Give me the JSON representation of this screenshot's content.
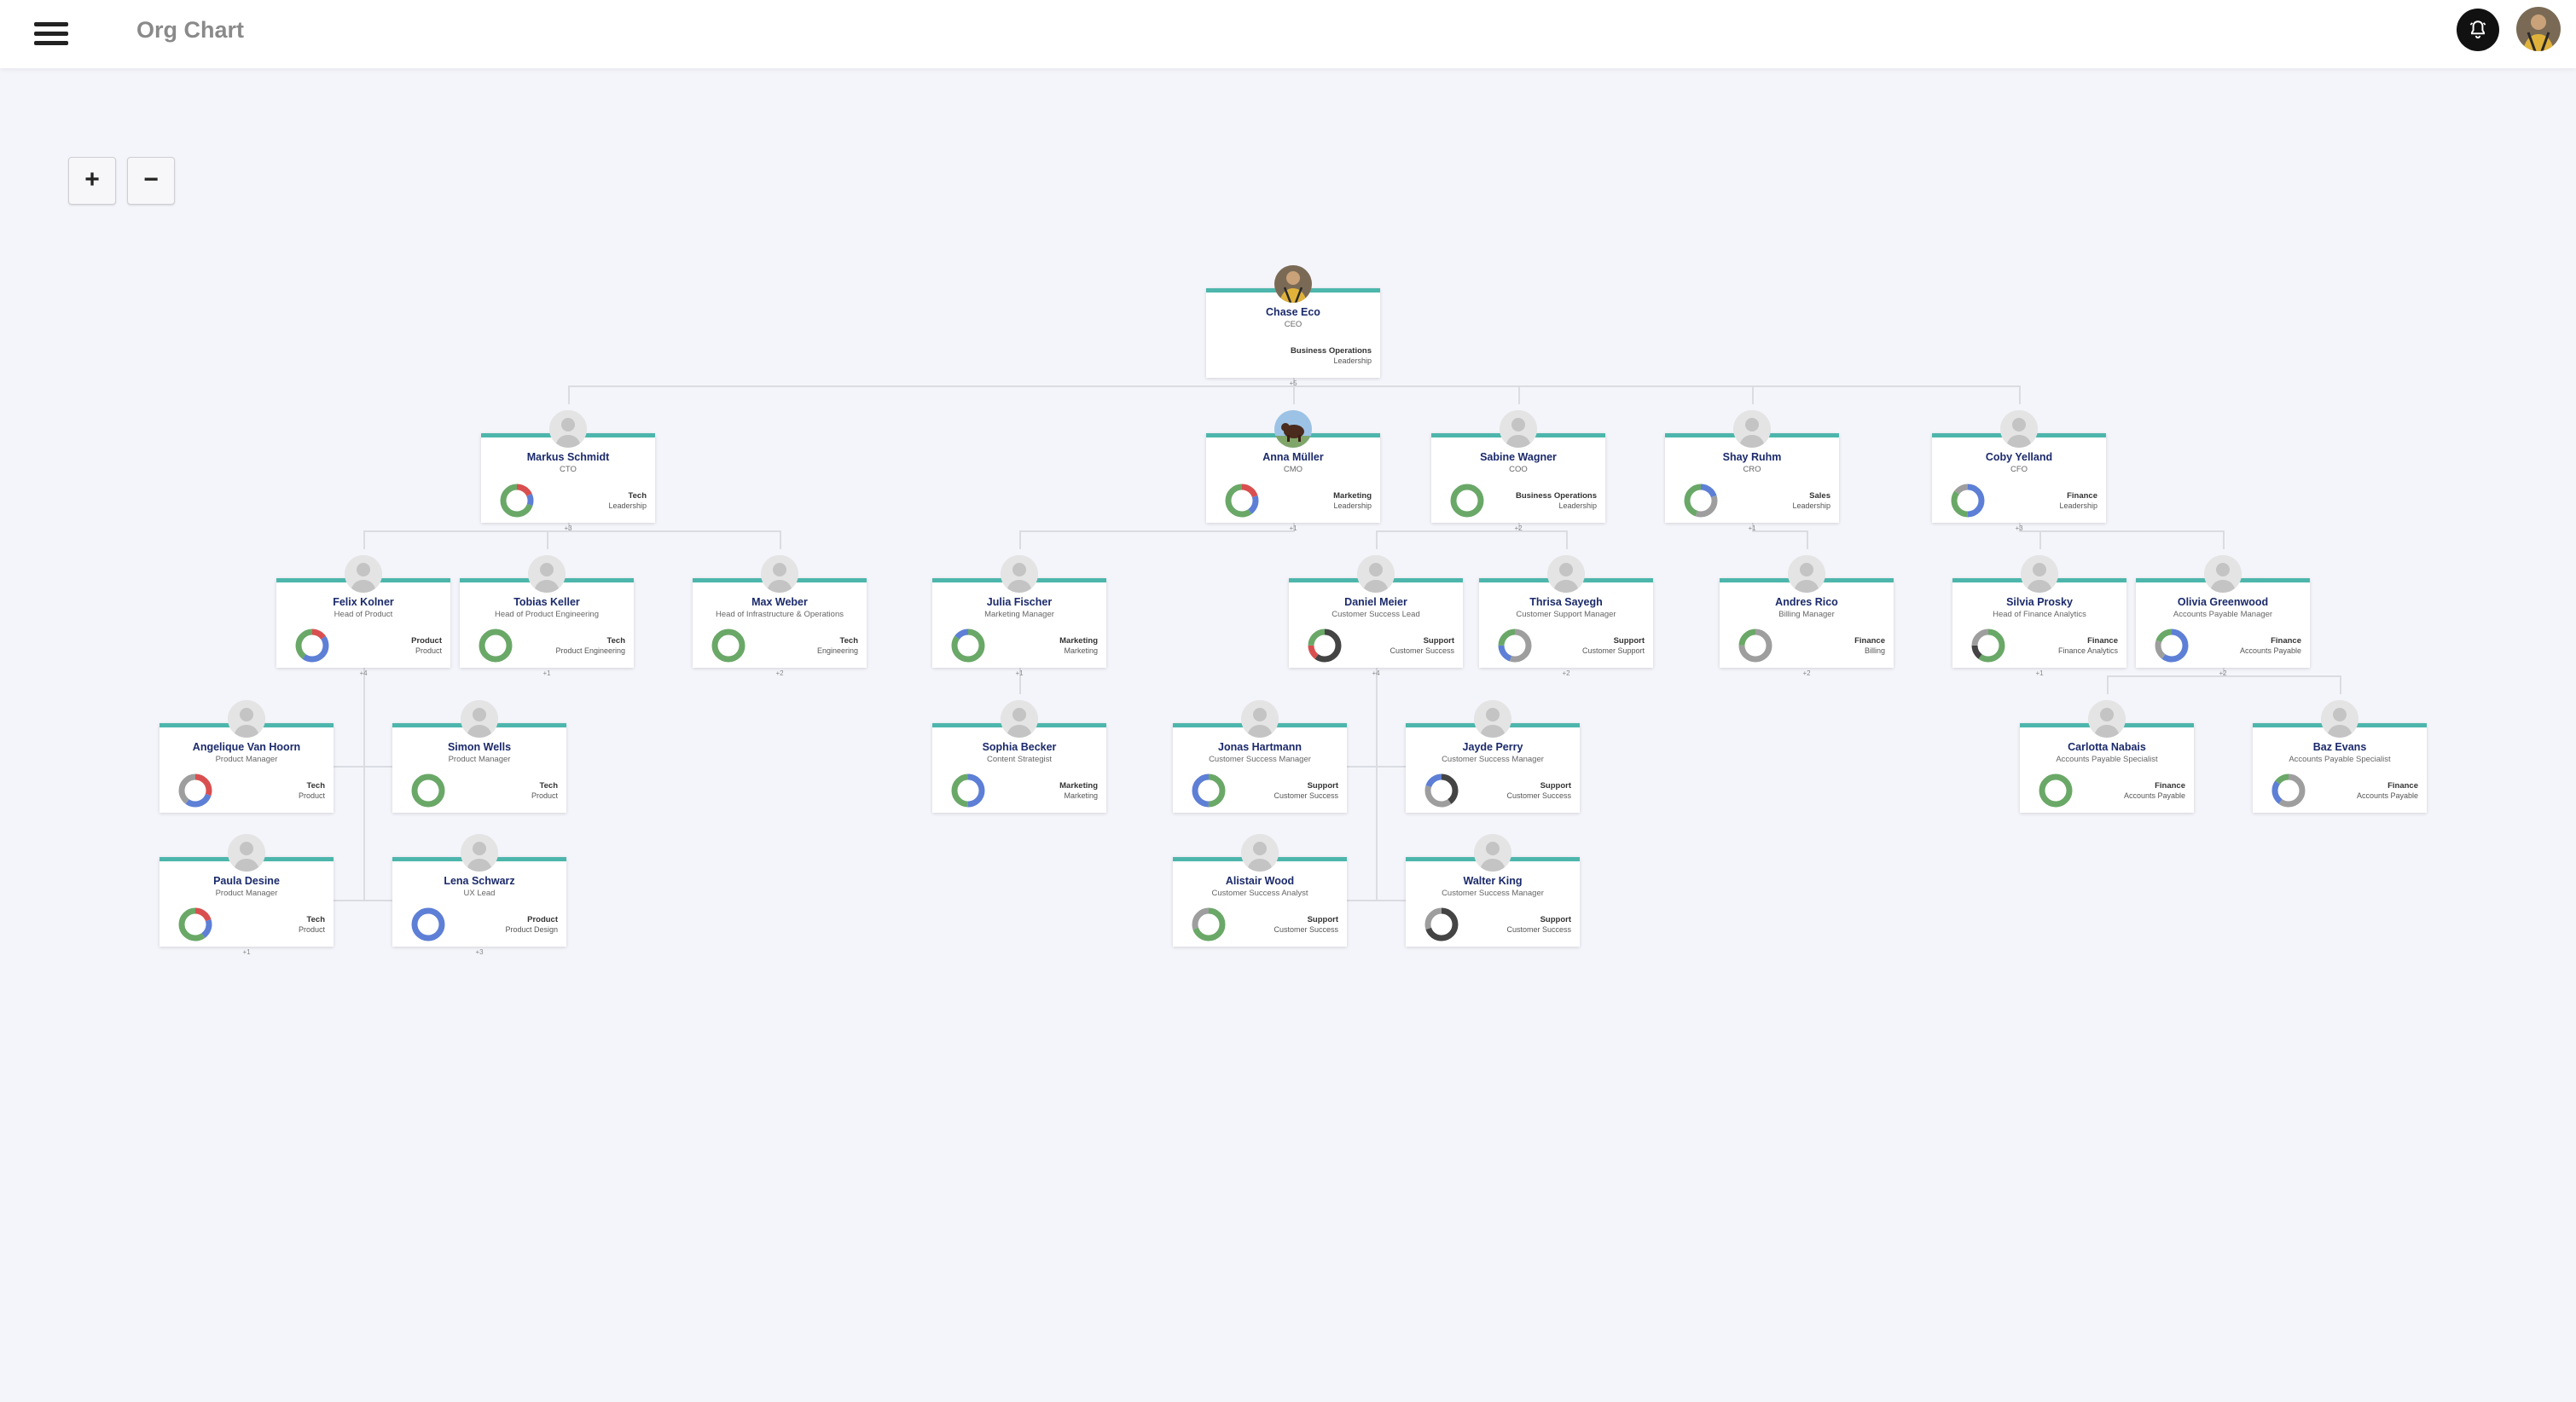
{
  "header": {
    "title": "Org Chart",
    "menu_icon": "hamburger-menu-icon",
    "notification_icon": "bell-icon",
    "user_avatar_icon": "user-avatar-photo"
  },
  "zoom": {
    "in_label": "+",
    "out_label": "−"
  },
  "colors": {
    "accent": "#4db6ac",
    "name_text": "#1b2a6b",
    "background": "#f4f5fa",
    "donut_green": "#6aa867",
    "donut_blue": "#5d7fd6",
    "donut_red": "#d94f4f",
    "donut_gray": "#9e9e9e",
    "donut_dark": "#444444"
  },
  "people": [
    {
      "id": "chase",
      "name": "Chase Eco",
      "title": "CEO",
      "dept": "Business Operations",
      "team": "Leadership",
      "avatar": "photo-person",
      "count": "+5"
    },
    {
      "id": "markus",
      "parent": "chase",
      "name": "Markus Schmidt",
      "title": "CTO",
      "dept": "Tech",
      "team": "Leadership",
      "avatar": "placeholder",
      "count": "+3",
      "ring": [
        [
          "#d94f4f",
          0.18
        ],
        [
          "#5d7fd6",
          0.12
        ],
        [
          "#6aa867",
          0.7
        ]
      ]
    },
    {
      "id": "anna",
      "parent": "chase",
      "name": "Anna Müller",
      "title": "CMO",
      "dept": "Marketing",
      "team": "Leadership",
      "avatar": "photo-animal",
      "count": "+1",
      "ring": [
        [
          "#d94f4f",
          0.2
        ],
        [
          "#5d7fd6",
          0.2
        ],
        [
          "#6aa867",
          0.6
        ]
      ]
    },
    {
      "id": "sabine",
      "parent": "chase",
      "name": "Sabine Wagner",
      "title": "COO",
      "dept": "Business Operations",
      "team": "Leadership",
      "avatar": "placeholder",
      "count": "+2",
      "ring": [
        [
          "#6aa867",
          1
        ]
      ]
    },
    {
      "id": "shay",
      "parent": "chase",
      "name": "Shay Ruhm",
      "title": "CRO",
      "dept": "Sales",
      "team": "Leadership",
      "avatar": "placeholder",
      "count": "+1",
      "ring": [
        [
          "#5d7fd6",
          0.2
        ],
        [
          "#9e9e9e",
          0.35
        ],
        [
          "#6aa867",
          0.45
        ]
      ]
    },
    {
      "id": "coby",
      "parent": "chase",
      "name": "Coby Yelland",
      "title": "CFO",
      "dept": "Finance",
      "team": "Leadership",
      "avatar": "placeholder",
      "count": "+3",
      "ring": [
        [
          "#5d7fd6",
          0.5
        ],
        [
          "#6aa867",
          0.35
        ],
        [
          "#9e9e9e",
          0.15
        ]
      ]
    },
    {
      "id": "felix",
      "parent": "markus",
      "name": "Felix Kolner",
      "title": "Head of Product",
      "dept": "Product",
      "team": "Product",
      "avatar": "placeholder",
      "count": "+4",
      "ring": [
        [
          "#d94f4f",
          0.15
        ],
        [
          "#5d7fd6",
          0.45
        ],
        [
          "#6aa867",
          0.4
        ]
      ]
    },
    {
      "id": "tobias",
      "parent": "markus",
      "name": "Tobias Keller",
      "title": "Head of Product Engineering",
      "dept": "Tech",
      "team": "Product Engineering",
      "avatar": "placeholder",
      "count": "+1",
      "ring": [
        [
          "#6aa867",
          1
        ]
      ]
    },
    {
      "id": "max",
      "parent": "markus",
      "name": "Max Weber",
      "title": "Head of Infrastructure & Operations",
      "dept": "Tech",
      "team": "Engineering",
      "avatar": "placeholder",
      "count": "+2",
      "ring": [
        [
          "#6aa867",
          1
        ]
      ]
    },
    {
      "id": "julia",
      "parent": "anna",
      "name": "Julia Fischer",
      "title": "Marketing Manager",
      "dept": "Marketing",
      "team": "Marketing",
      "avatar": "placeholder",
      "count": "+1",
      "ring": [
        [
          "#6aa867",
          0.85
        ],
        [
          "#5d7fd6",
          0.15
        ]
      ]
    },
    {
      "id": "daniel",
      "parent": "sabine",
      "name": "Daniel Meier",
      "title": "Customer Success Lead",
      "dept": "Support",
      "team": "Customer Success",
      "avatar": "placeholder",
      "count": "+4",
      "ring": [
        [
          "#444444",
          0.6
        ],
        [
          "#d94f4f",
          0.15
        ],
        [
          "#6aa867",
          0.25
        ]
      ]
    },
    {
      "id": "thrisa",
      "parent": "sabine",
      "name": "Thrisa Sayegh",
      "title": "Customer Support Manager",
      "dept": "Support",
      "team": "Customer Support",
      "avatar": "placeholder",
      "count": "+2",
      "ring": [
        [
          "#9e9e9e",
          0.55
        ],
        [
          "#5d7fd6",
          0.2
        ],
        [
          "#6aa867",
          0.25
        ]
      ]
    },
    {
      "id": "andres",
      "parent": "shay",
      "name": "Andres Rico",
      "title": "Billing Manager",
      "dept": "Finance",
      "team": "Billing",
      "avatar": "placeholder",
      "count": "+2",
      "ring": [
        [
          "#9e9e9e",
          0.75
        ],
        [
          "#6aa867",
          0.25
        ]
      ]
    },
    {
      "id": "silvia",
      "parent": "coby",
      "name": "Silvia Prosky",
      "title": "Head of Finance Analytics",
      "dept": "Finance",
      "team": "Finance Analytics",
      "avatar": "placeholder",
      "count": "+1",
      "ring": [
        [
          "#6aa867",
          0.6
        ],
        [
          "#444444",
          0.15
        ],
        [
          "#9e9e9e",
          0.25
        ]
      ]
    },
    {
      "id": "olivia",
      "parent": "coby",
      "name": "Olivia Greenwood",
      "title": "Accounts Payable Manager",
      "dept": "Finance",
      "team": "Accounts Payable",
      "avatar": "placeholder",
      "count": "+2",
      "ring": [
        [
          "#5d7fd6",
          0.6
        ],
        [
          "#9e9e9e",
          0.2
        ],
        [
          "#6aa867",
          0.2
        ]
      ]
    },
    {
      "id": "angelique",
      "parent": "felix",
      "name": "Angelique Van Hoorn",
      "title": "Product Manager",
      "dept": "Tech",
      "team": "Product",
      "avatar": "placeholder",
      "ring": [
        [
          "#d94f4f",
          0.3
        ],
        [
          "#5d7fd6",
          0.3
        ],
        [
          "#9e9e9e",
          0.4
        ]
      ]
    },
    {
      "id": "simon",
      "parent": "felix",
      "name": "Simon Wells",
      "title": "Product Manager",
      "dept": "Tech",
      "team": "Product",
      "avatar": "placeholder",
      "ring": [
        [
          "#6aa867",
          1
        ]
      ]
    },
    {
      "id": "paula",
      "parent": "felix",
      "name": "Paula Desine",
      "title": "Product Manager",
      "dept": "Tech",
      "team": "Product",
      "avatar": "placeholder",
      "count": "+1",
      "ring": [
        [
          "#d94f4f",
          0.2
        ],
        [
          "#5d7fd6",
          0.2
        ],
        [
          "#6aa867",
          0.6
        ]
      ]
    },
    {
      "id": "lena",
      "parent": "felix",
      "name": "Lena Schwarz",
      "title": "UX Lead",
      "dept": "Product",
      "team": "Product Design",
      "avatar": "placeholder",
      "count": "+3",
      "ring": [
        [
          "#5d7fd6",
          1
        ]
      ]
    },
    {
      "id": "sophia",
      "parent": "julia",
      "name": "Sophia Becker",
      "title": "Content Strategist",
      "dept": "Marketing",
      "team": "Marketing",
      "avatar": "placeholder",
      "ring": [
        [
          "#5d7fd6",
          0.5
        ],
        [
          "#6aa867",
          0.5
        ]
      ]
    },
    {
      "id": "jonas",
      "parent": "daniel",
      "name": "Jonas Hartmann",
      "title": "Customer Success Manager",
      "dept": "Support",
      "team": "Customer Success",
      "avatar": "placeholder",
      "ring": [
        [
          "#6aa867",
          0.5
        ],
        [
          "#5d7fd6",
          0.5
        ]
      ]
    },
    {
      "id": "jayde",
      "parent": "daniel",
      "name": "Jayde Perry",
      "title": "Customer Success Manager",
      "dept": "Support",
      "team": "Customer Success",
      "avatar": "placeholder",
      "ring": [
        [
          "#444444",
          0.4
        ],
        [
          "#9e9e9e",
          0.4
        ],
        [
          "#5d7fd6",
          0.2
        ]
      ]
    },
    {
      "id": "alistair",
      "parent": "daniel",
      "name": "Alistair Wood",
      "title": "Customer Success Analyst",
      "dept": "Support",
      "team": "Customer Success",
      "avatar": "placeholder",
      "ring": [
        [
          "#6aa867",
          0.7
        ],
        [
          "#9e9e9e",
          0.3
        ]
      ]
    },
    {
      "id": "walter",
      "parent": "daniel",
      "name": "Walter King",
      "title": "Customer Success Manager",
      "dept": "Support",
      "team": "Customer Success",
      "avatar": "placeholder",
      "ring": [
        [
          "#444444",
          0.7
        ],
        [
          "#9e9e9e",
          0.3
        ]
      ]
    },
    {
      "id": "carlotta",
      "parent": "olivia",
      "name": "Carlotta Nabais",
      "title": "Accounts Payable Specialist",
      "dept": "Finance",
      "team": "Accounts Payable",
      "avatar": "placeholder",
      "ring": [
        [
          "#6aa867",
          1
        ]
      ]
    },
    {
      "id": "baz",
      "parent": "olivia",
      "name": "Baz Evans",
      "title": "Accounts Payable Specialist",
      "dept": "Finance",
      "team": "Accounts Payable",
      "avatar": "placeholder",
      "ring": [
        [
          "#9e9e9e",
          0.6
        ],
        [
          "#5d7fd6",
          0.25
        ],
        [
          "#6aa867",
          0.15
        ]
      ]
    }
  ]
}
